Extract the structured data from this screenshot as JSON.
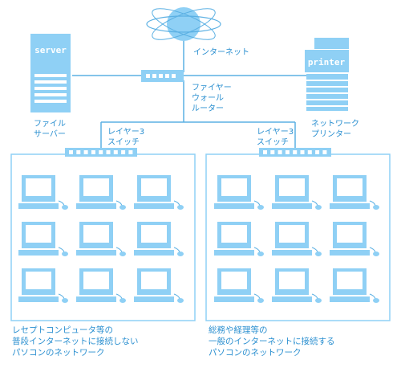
{
  "internet": {
    "label": "インターネット"
  },
  "firewall": {
    "label_lines": [
      "ファイヤー",
      "ウォール",
      "ルーター"
    ]
  },
  "server": {
    "text": "server",
    "label_lines": [
      "ファイル",
      "サーバー"
    ]
  },
  "printer": {
    "text": "printer",
    "label_lines": [
      "ネットワーク",
      "プリンター"
    ]
  },
  "left_switch": {
    "label_lines": [
      "レイヤー3",
      "スイッチ"
    ]
  },
  "right_switch": {
    "label_lines": [
      "レイヤー3",
      "スイッチ"
    ]
  },
  "left_network": {
    "pc_count": 9,
    "caption_lines": [
      "レセプトコンピュータ等の",
      "普段インターネットに接続しない",
      "パソコンのネットワーク"
    ]
  },
  "right_network": {
    "pc_count": 9,
    "caption_lines": [
      "総務や経理等の",
      "一般のインターネットに接続する",
      "パソコンのネットワーク"
    ]
  },
  "colors": {
    "fill": "#8fd0f5",
    "line": "#5bb0e3",
    "text": "#2a8fd0",
    "screen": "#ffffff"
  }
}
